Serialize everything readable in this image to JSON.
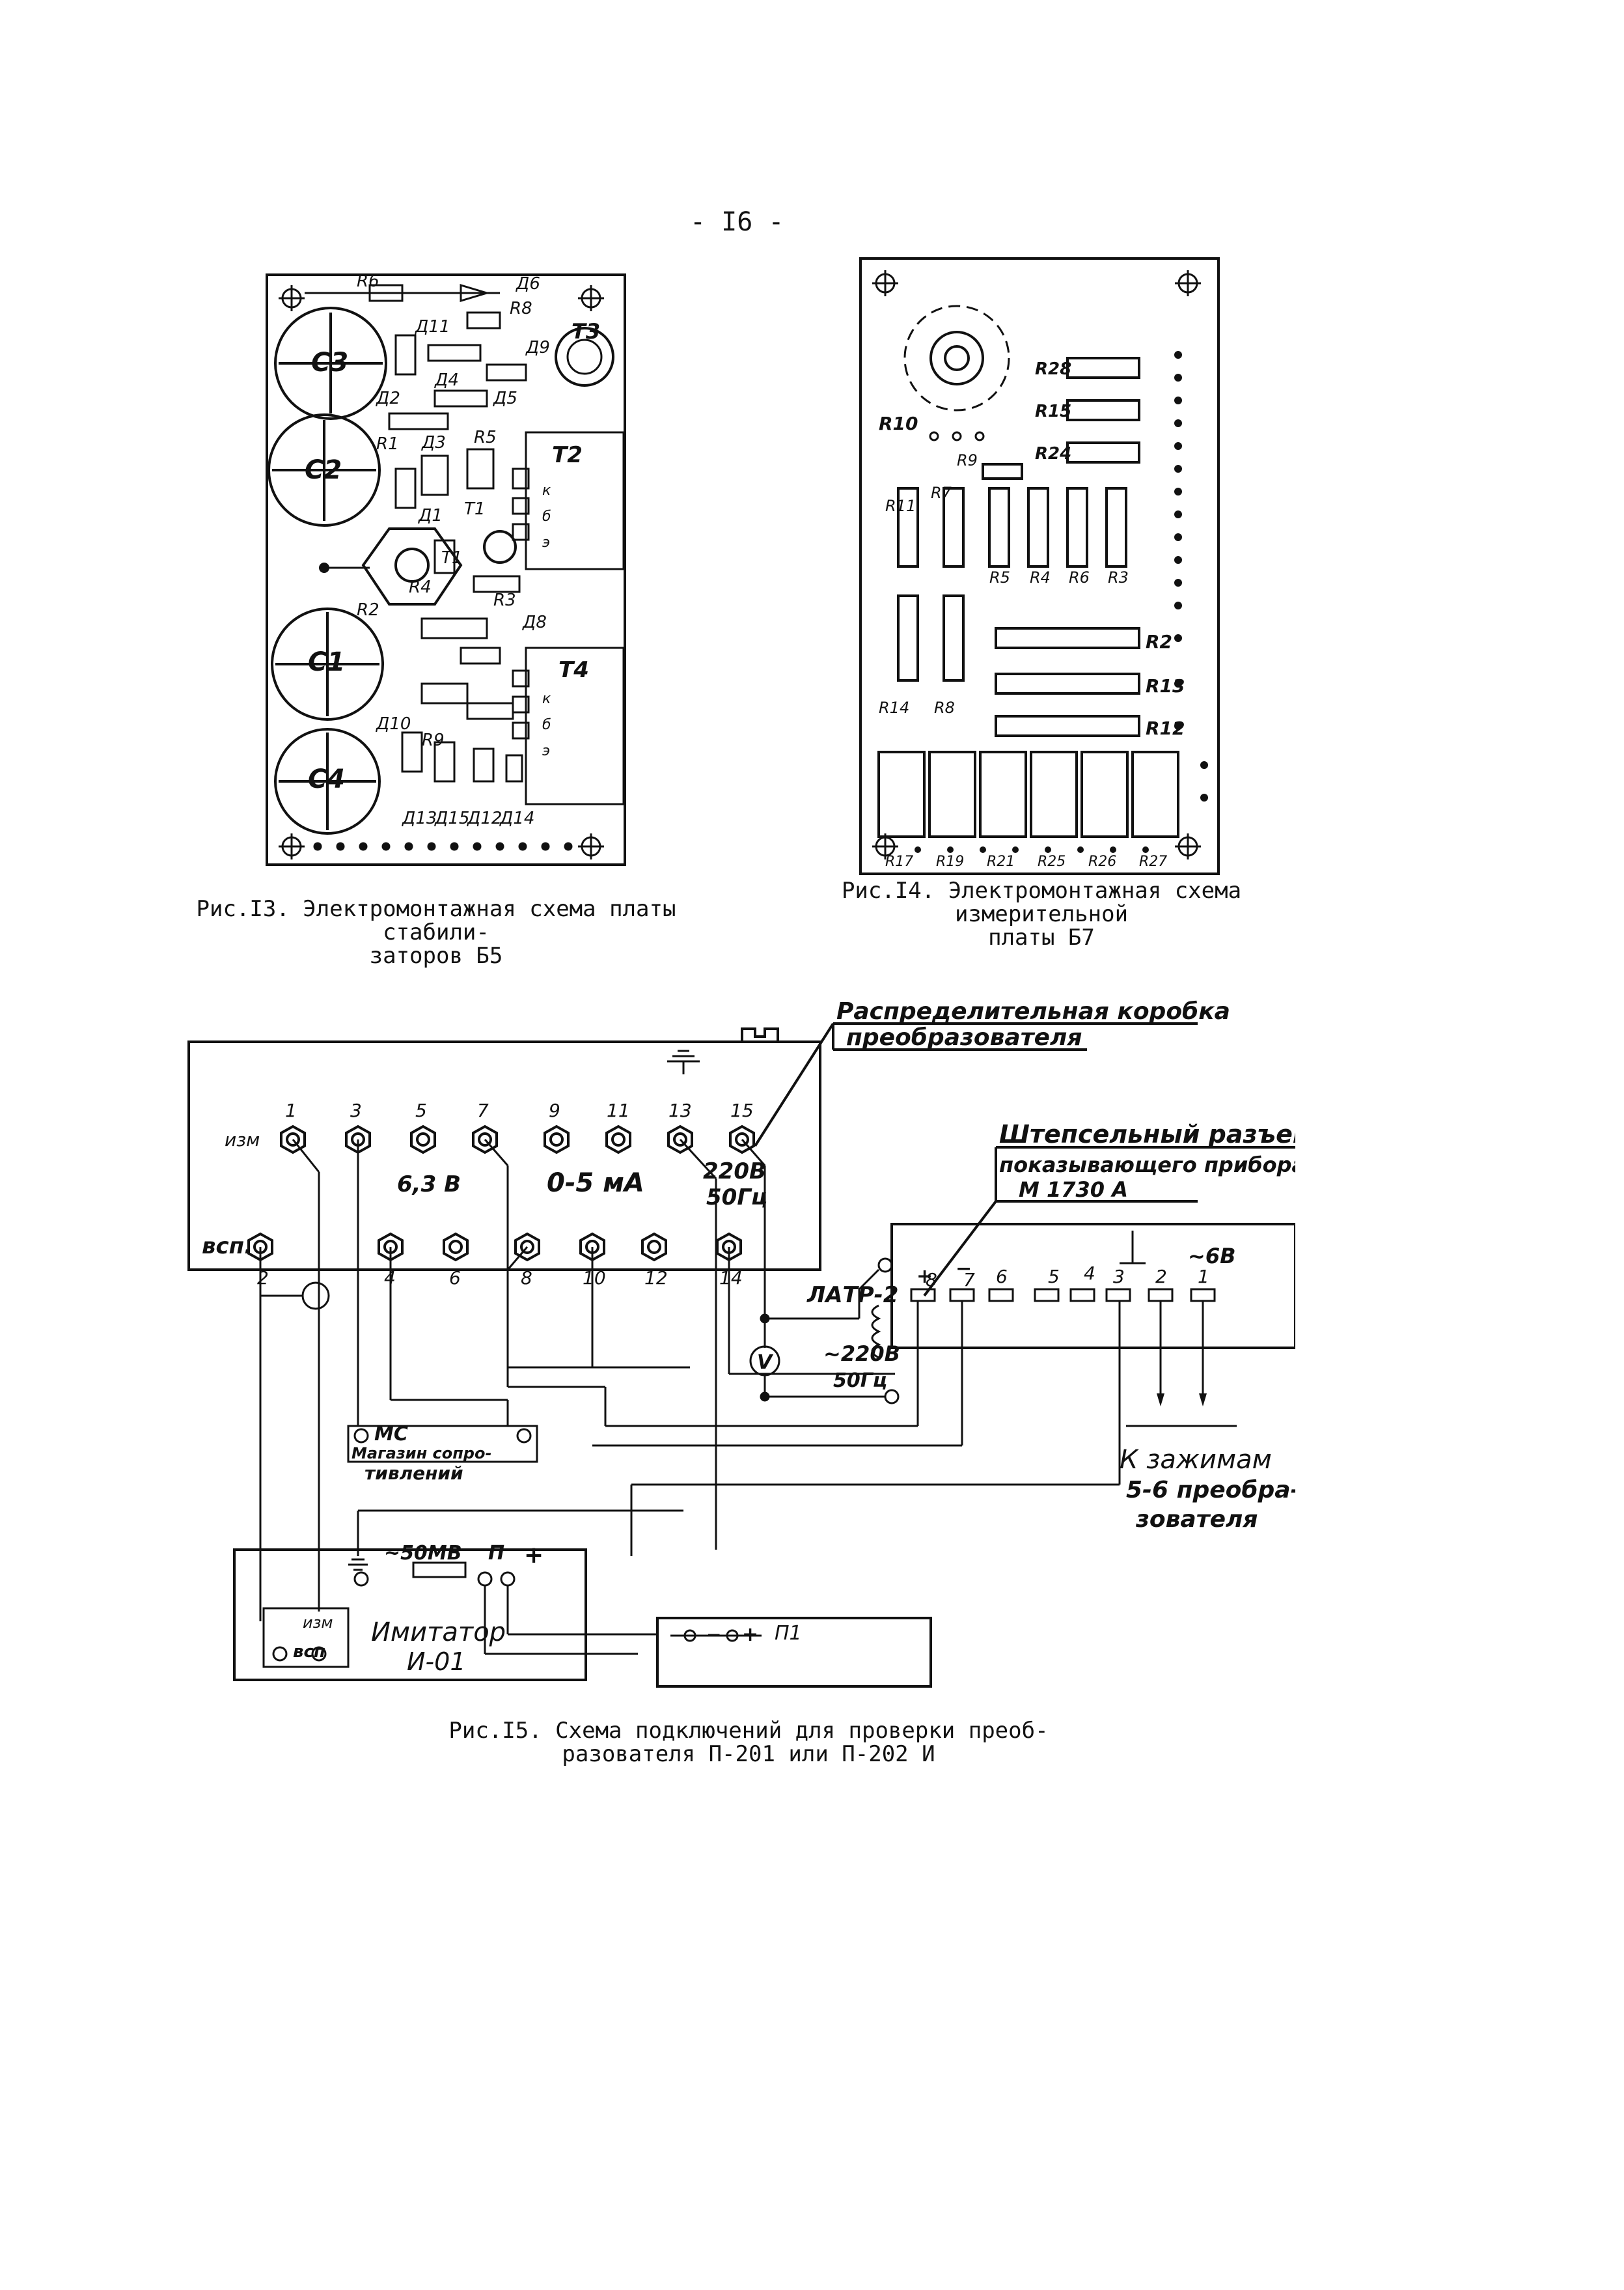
{
  "page_number": "- I6 -",
  "fig13": {
    "caption_line1": "Рис.I3. Электромонтажная схема платы стабили-",
    "caption_line2": "заторов Б5",
    "capacitors": [
      "С3",
      "С2",
      "С1",
      "С4"
    ],
    "resistors": [
      "R6",
      "R8",
      "R1",
      "R5",
      "R2",
      "R4",
      "R3",
      "R9"
    ],
    "diodes": [
      "Д11",
      "Д6",
      "Д9",
      "Д4",
      "Д2",
      "Д5",
      "Д3",
      "Д1",
      "Д8",
      "Д10",
      "Д13",
      "Д15",
      "Д12",
      "Д14"
    ],
    "transistors": [
      "Т3",
      "Т2",
      "Т1",
      "Т1",
      "Т4"
    ],
    "pin_letters": [
      "к",
      "б",
      "э",
      "к",
      "б",
      "э"
    ]
  },
  "fig14": {
    "caption_line1": "Рис.I4. Электромонтажная схема измерительной",
    "caption_line2": "платы Б7",
    "labels": [
      "R28",
      "R15",
      "R24",
      "R10",
      "R9",
      "R11",
      "R7",
      "R5",
      "R4",
      "R6",
      "R3",
      "R2",
      "R13",
      "R12",
      "R14",
      "R8",
      "R17",
      "R19",
      "R21",
      "R25",
      "R26",
      "R27"
    ]
  },
  "fig15": {
    "caption_line1": "Рис.I5. Схема подключений для проверки преоб-",
    "caption_line2": "разователя П-201 или П-202 И",
    "box_label_line1": "Распределительная коробка",
    "box_label_line2": "преобразователя",
    "connector_label_line1": "Штепсельный разъем",
    "connector_label_line2": "показывающего прибора",
    "connector_label_line3": "М 1730 А",
    "top_terminals": [
      "1",
      "3",
      "5",
      "7",
      "9",
      "11",
      "13",
      "15"
    ],
    "bottom_terminals": [
      "2",
      "4",
      "6",
      "8",
      "10",
      "12",
      "14"
    ],
    "label_izm": "изм",
    "label_vsp": "всп.",
    "label_63v": "6,3 В",
    "label_05ma": "0-5 мА",
    "label_220v": "220В",
    "label_50hz": "50Гц",
    "connector_pins": [
      "8",
      "7",
      "6",
      "5",
      "4",
      "3",
      "2",
      "1"
    ],
    "connector_plus": "+",
    "connector_minus": "−",
    "connector_6v": "~6В",
    "latr_label": "ЛАТР-2",
    "latr_220": "~220В",
    "latr_50": "50Гц",
    "voltmeter": "V",
    "mc_label": "МС",
    "mc_desc_line1": "Магазин сопро-",
    "mc_desc_line2": "тивлений",
    "clamp_line1": "К зажимам",
    "clamp_line2": "5-6 преобра-",
    "clamp_line3": "зователя",
    "imitator_50mv": "~50МВ",
    "imitator_p": "П",
    "imitator_plus": "+",
    "imitator_izm": "изм",
    "imitator_vsp": "всп",
    "imitator_line1": "Имитатор",
    "imitator_line2": "И-01",
    "p1_label": "П1",
    "p1_plus": "+",
    "p1_minus": "−"
  }
}
